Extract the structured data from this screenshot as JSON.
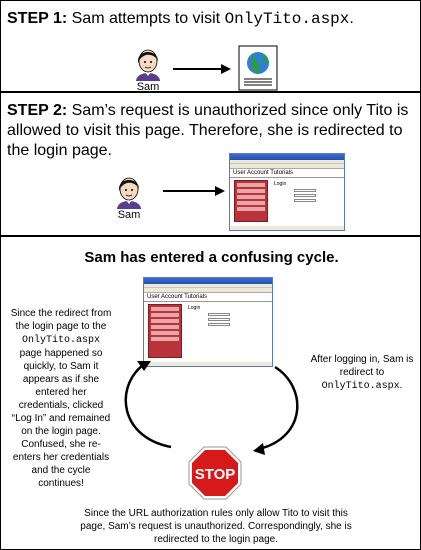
{
  "step1": {
    "label": "STEP 1:",
    "text_before": " Sam attempts to visit ",
    "page": "OnlyTito.aspx",
    "text_after": "."
  },
  "step2": {
    "label": "STEP 2:",
    "text": " Sam’s request is unauthorized since only Tito is allowed to visit this page. Therefore, she is redirected to the login page."
  },
  "person_name": "Sam",
  "browser": {
    "site_title": "User Account Tutorials",
    "login_heading": "Login"
  },
  "cycle": {
    "title": "Sam has entered a confusing cycle.",
    "left_text_1": "Since the redirect from the login page to the",
    "left_page": "OnlyTito.aspx",
    "left_text_2": "page happened so quickly, to Sam it appears as if she entered her credentials, clicked “Log In” and remained on the login page. Confused, she re-enters her credentials and the cycle continues!",
    "right_text_1": "After logging in, Sam is redirect to",
    "right_page": "OnlyTito.aspx",
    "right_text_2": ".",
    "stop_sign": "STOP",
    "bottom_text": "Since the URL authorization rules only allow Tito to visit this page, Sam’s request is unauthorized. Correspondingly, she is redirected to the login page."
  },
  "icons": [
    "person-icon",
    "web-page-icon",
    "browser-window-icon",
    "stop-sign-icon",
    "arrow-right-icon",
    "cycle-arrow-icon"
  ],
  "colors": {
    "stop_red": "#d61a1a",
    "sidebar_red": "#b8333a",
    "titlebar_blue": "#2350b0"
  }
}
